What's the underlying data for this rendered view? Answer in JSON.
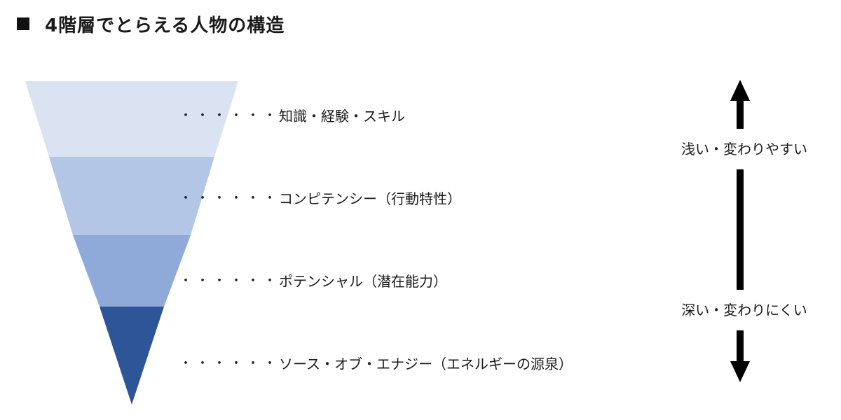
{
  "header": {
    "title": "4階層でとらえる人物の構造"
  },
  "layers": [
    {
      "dots": "・・・・・・",
      "label": "知識・経験・スキル",
      "color": "#dbe3f2"
    },
    {
      "dots": "・・・・・・",
      "label": "コンピテンシー（行動特性）",
      "color": "#b3c6e6"
    },
    {
      "dots": "・・・・・・",
      "label": "ポテンシャル（潜在能力）",
      "color": "#8fa9d9"
    },
    {
      "dots": "・・・・・・",
      "label": "ソース・オブ・エナジー（エネルギーの源泉）",
      "color": "#2e5597"
    }
  ],
  "scale": {
    "top_label": "浅い・変わりやすい",
    "bottom_label": "深い・変わりにくい",
    "arrow_color": "#000000"
  }
}
